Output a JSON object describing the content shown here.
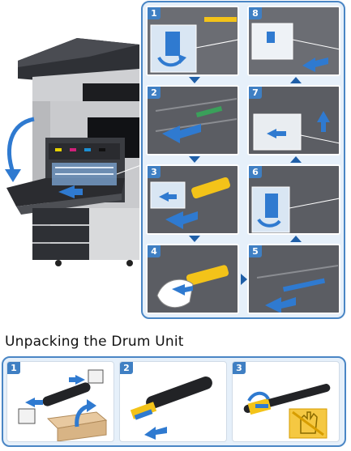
{
  "section_title": "Unpacking the Drum Unit",
  "replacement_steps": [
    {
      "number": "1"
    },
    {
      "number": "2"
    },
    {
      "number": "3"
    },
    {
      "number": "4"
    },
    {
      "number": "5"
    },
    {
      "number": "6"
    },
    {
      "number": "7"
    },
    {
      "number": "8"
    }
  ],
  "unpacking_steps": [
    {
      "number": "1"
    },
    {
      "number": "2"
    },
    {
      "number": "3"
    }
  ],
  "colors": {
    "frame_blue": "#4a86c5",
    "badge_blue": "#3f7fc3",
    "light_blue_bg": "#e6f0fa",
    "arrow_blue": "#2f7ad0",
    "part_yellow": "#f3c319",
    "cartridge_green": "#3aa05a"
  },
  "icons": [
    "curved-arrow-icon",
    "straight-arrow-icon",
    "glove-icon",
    "flow-triangle-icon"
  ]
}
